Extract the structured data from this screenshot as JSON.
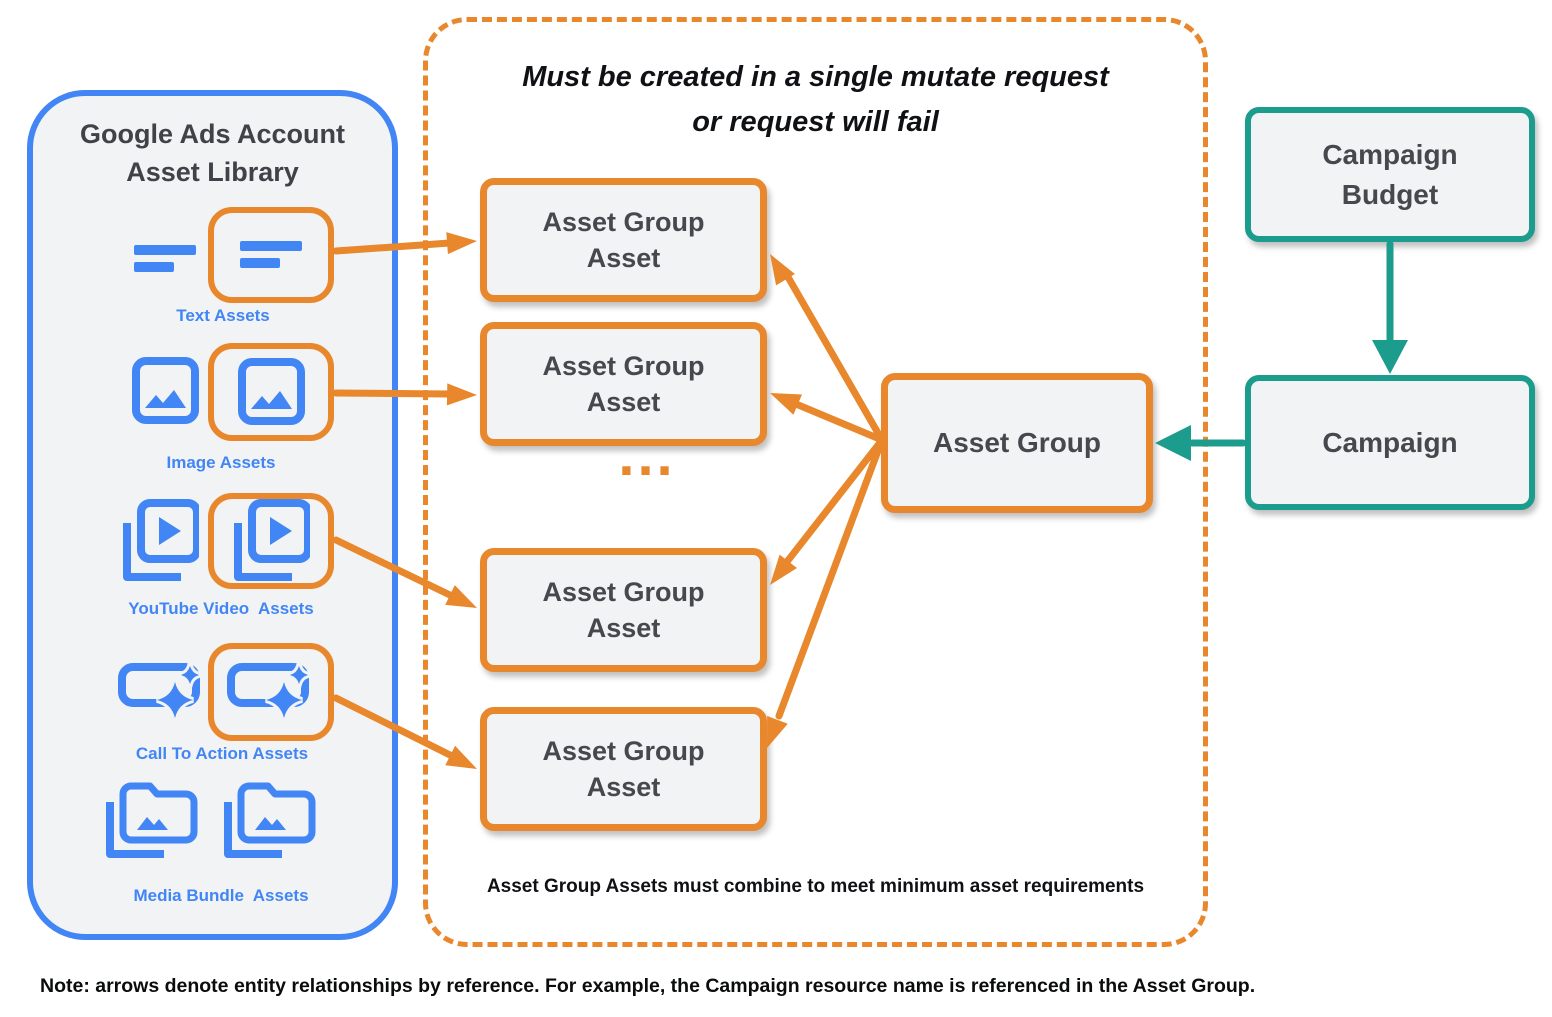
{
  "colors": {
    "orange": "#E8872B",
    "blue": "#4285F4",
    "teal": "#1C9C8D",
    "box_fill": "#F1F3F4",
    "dark_text": "#45484C"
  },
  "library": {
    "title": "Google Ads Account\nAsset Library",
    "items": [
      {
        "label": "Text Assets",
        "icon": "text-asset-icon"
      },
      {
        "label": "Image Assets",
        "icon": "image-asset-icon"
      },
      {
        "label": "YouTube Video  Assets",
        "icon": "video-asset-icon"
      },
      {
        "label": "Call To Action Assets",
        "icon": "call-to-action-asset-icon"
      },
      {
        "label": "Media Bundle  Assets",
        "icon": "media-bundle-asset-icon"
      }
    ]
  },
  "mutate_container": {
    "title": "Must be created in a single mutate request\nor request will fail",
    "asset_group_asset_boxes": [
      "Asset Group\nAsset",
      "Asset Group\nAsset",
      "Asset Group\nAsset",
      "Asset Group\nAsset"
    ],
    "ellipsis": "...",
    "footnote": "Asset Group Assets must combine to meet minimum asset requirements"
  },
  "entities": {
    "asset_group": "Asset Group",
    "campaign_budget": "Campaign\nBudget",
    "campaign": "Campaign"
  },
  "note": "Note: arrows denote entity relationships by reference. For example, the Campaign resource name is referenced in the Asset Group."
}
